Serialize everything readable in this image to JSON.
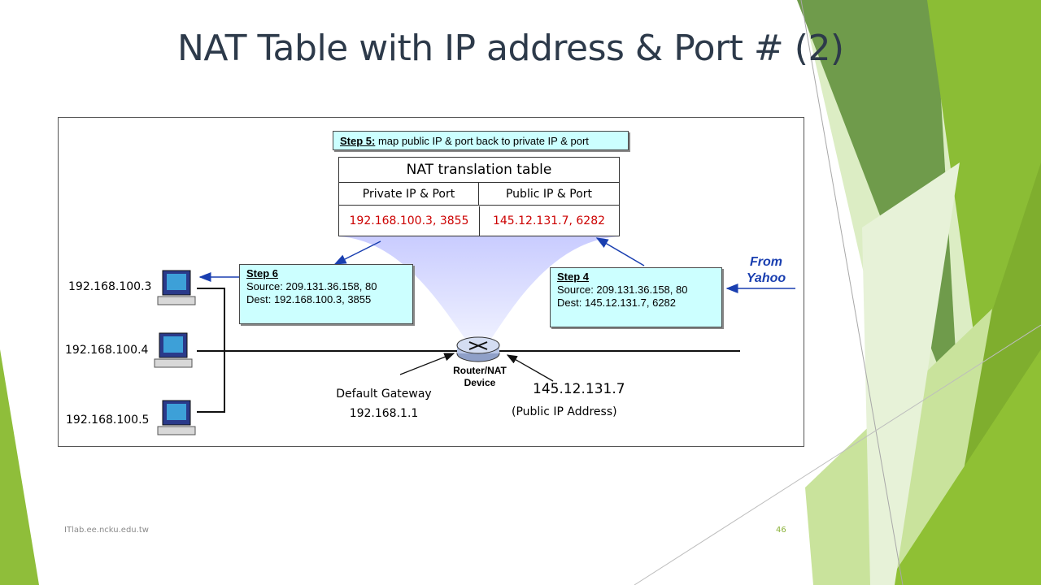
{
  "slide": {
    "title": "NAT Table with IP address & Port # (2)",
    "footer_left": "ITlab.ee.ncku.edu.tw",
    "page_number": "46",
    "accent_colors": [
      "#8fbe3a",
      "#6a9a44",
      "#c8e39a",
      "#b5d56a"
    ]
  },
  "diagram": {
    "step5": {
      "label": "Step 5:",
      "text": "map public IP & port back to private IP & port"
    },
    "nat_table": {
      "title": "NAT translation table",
      "headers": [
        "Private IP & Port",
        "Public IP & Port"
      ],
      "row": [
        "192.168.100.3, 3855",
        "145.12.131.7, 6282"
      ]
    },
    "step6": {
      "label": "Step 6",
      "source": "Source: 209.131.36.158, 80",
      "dest": "Dest: 192.168.100.3, 3855"
    },
    "step4": {
      "label": "Step 4",
      "source": "Source: 209.131.36.158, 80",
      "dest": "Dest: 145.12.131.7, 6282"
    },
    "hosts": [
      "192.168.100.3",
      "192.168.100.4",
      "192.168.100.5"
    ],
    "from_yahoo": "From Yahoo",
    "router": {
      "label_line1": "Router/NAT",
      "label_line2": "Device"
    },
    "gateway": {
      "label": "Default Gateway",
      "ip": "192.168.1.1"
    },
    "public": {
      "ip": "145.12.131.7",
      "label": "(Public IP Address)"
    }
  }
}
